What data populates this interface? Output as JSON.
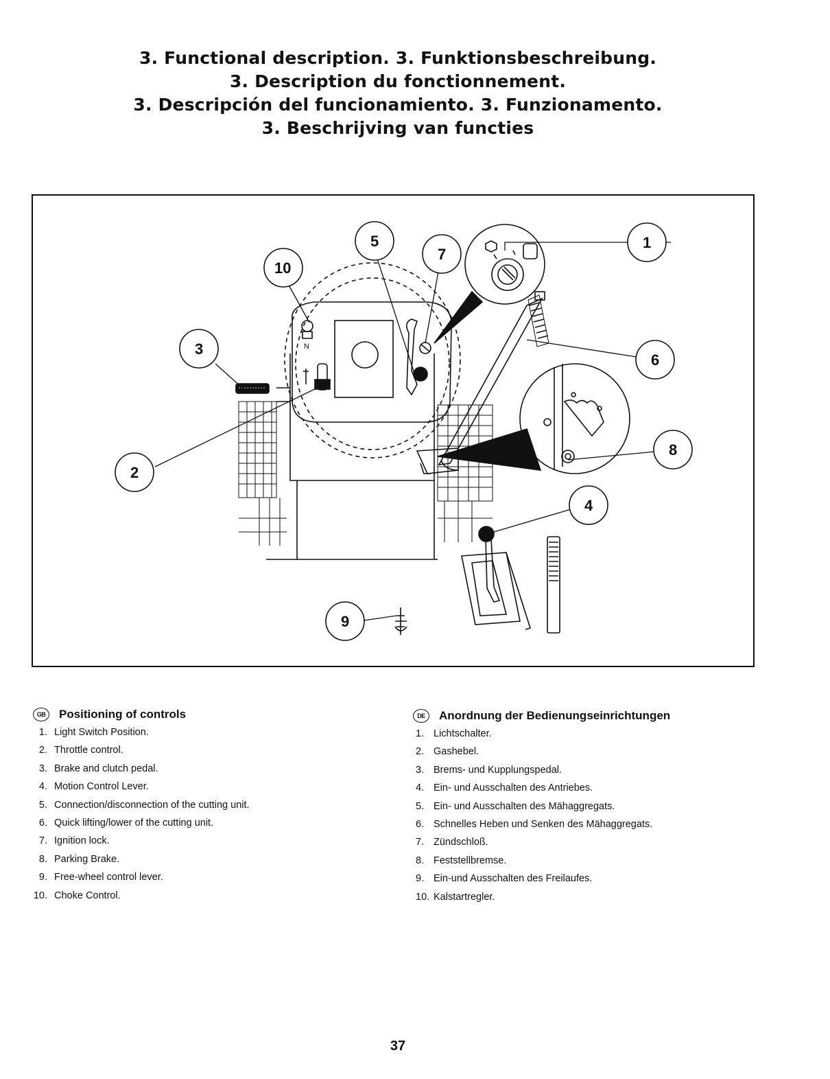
{
  "titles": [
    "3. Functional description.   3. Funktionsbeschreibung.",
    "3. Description du fonctionnement.",
    "3. Descripción del funcionamiento.   3. Funzionamento.",
    "3. Beschrijving van functies"
  ],
  "figure": {
    "callouts": [
      "1",
      "2",
      "3",
      "4",
      "5",
      "6",
      "7",
      "8",
      "9",
      "10"
    ],
    "panel_label_n": "N"
  },
  "gb": {
    "badge": "GB",
    "heading": "Positioning of controls",
    "items": [
      {
        "n": "1.",
        "text": "Light Switch Position."
      },
      {
        "n": "2.",
        "text": "Throttle control."
      },
      {
        "n": "3.",
        "text": "Brake and clutch pedal."
      },
      {
        "n": "4.",
        "text": "Motion Control Lever."
      },
      {
        "n": "5.",
        "text": "Connection/disconnection of the cutting unit."
      },
      {
        "n": "6.",
        "text": "Quick lifting/lower of the cutting unit."
      },
      {
        "n": "7.",
        "text": "Ignition lock."
      },
      {
        "n": "8.",
        "text": "Parking Brake."
      },
      {
        "n": "9.",
        "text": "Free-wheel control lever."
      },
      {
        "n": "10.",
        "text": "Choke Control."
      }
    ]
  },
  "de": {
    "badge": "DE",
    "heading": "Anordnung der Bedienungseinrichtungen",
    "items": [
      {
        "n": "1.",
        "text": "Lichtschalter."
      },
      {
        "n": "2.",
        "text": "Gashebel."
      },
      {
        "n": "3.",
        "text": "Brems- und Kupplungspedal."
      },
      {
        "n": "4.",
        "text": "Ein- und Ausschalten des Antriebes."
      },
      {
        "n": "5.",
        "text": "Ein- und Ausschalten des Mähaggregats."
      },
      {
        "n": "6.",
        "text": "Schnelles Heben und Senken des Mähaggregats."
      },
      {
        "n": "7.",
        "text": "Zündschloß."
      },
      {
        "n": "8.",
        "text": "Feststellbremse."
      },
      {
        "n": "9.",
        "text": "Ein-und Ausschalten des Freilaufes."
      },
      {
        "n": "10.",
        "text": "Kalstartregler."
      }
    ]
  },
  "page_number": "37"
}
